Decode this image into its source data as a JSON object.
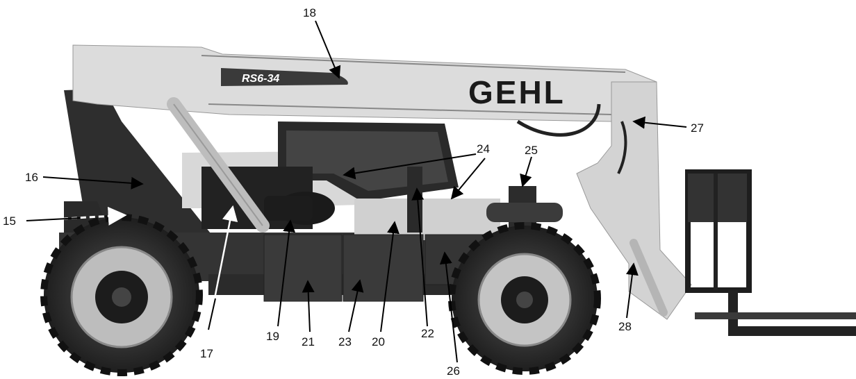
{
  "machine": {
    "model_badge": "RS6-34",
    "brand": "GEHL"
  },
  "callouts": [
    {
      "id": "15",
      "label": "15",
      "style": "dashed"
    },
    {
      "id": "16",
      "label": "16",
      "style": "solid"
    },
    {
      "id": "17",
      "label": "17",
      "style": "solid"
    },
    {
      "id": "18",
      "label": "18",
      "style": "solid"
    },
    {
      "id": "19",
      "label": "19",
      "style": "solid"
    },
    {
      "id": "20",
      "label": "20",
      "style": "solid"
    },
    {
      "id": "21",
      "label": "21",
      "style": "solid"
    },
    {
      "id": "22",
      "label": "22",
      "style": "solid"
    },
    {
      "id": "23",
      "label": "23",
      "style": "solid"
    },
    {
      "id": "24",
      "label": "24",
      "style": "solid"
    },
    {
      "id": "25",
      "label": "25",
      "style": "solid"
    },
    {
      "id": "26",
      "label": "26",
      "style": "solid"
    },
    {
      "id": "27",
      "label": "27",
      "style": "solid"
    },
    {
      "id": "28",
      "label": "28",
      "style": "solid"
    }
  ]
}
